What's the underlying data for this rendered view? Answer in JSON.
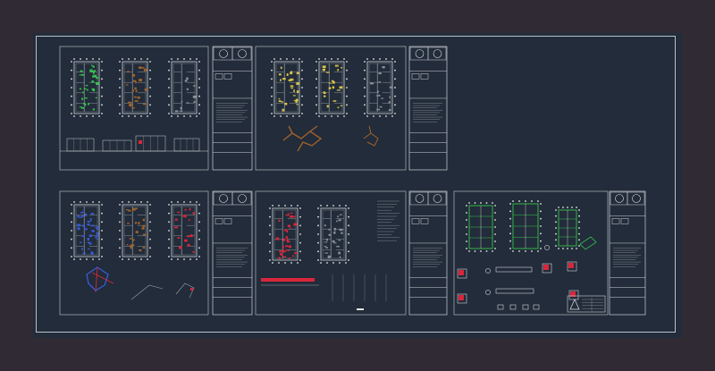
{
  "app": {
    "title": "",
    "view": "model-space"
  },
  "colors": {
    "desktop": "#2f2a33",
    "canvas": "#222c3a",
    "sheet_line": "#b9c0c9",
    "green": "#35c24a",
    "red": "#d9263a",
    "blue": "#3a5bd8",
    "yellow": "#d8c24a",
    "brown": "#a1622b",
    "gray": "#8a8f96"
  },
  "sheets": [
    {
      "id": "sheet-1",
      "content": "floor-plans-and-elevations"
    },
    {
      "id": "sheet-2",
      "content": "floor-plans-and-piping"
    },
    {
      "id": "sheet-3",
      "content": "electrical-plans-and-details"
    },
    {
      "id": "sheet-4",
      "content": "plumbing-plans-and-sections"
    },
    {
      "id": "sheet-5",
      "content": "structural-plans-and-details"
    }
  ],
  "title_block_icon": "compass-logo-icon"
}
